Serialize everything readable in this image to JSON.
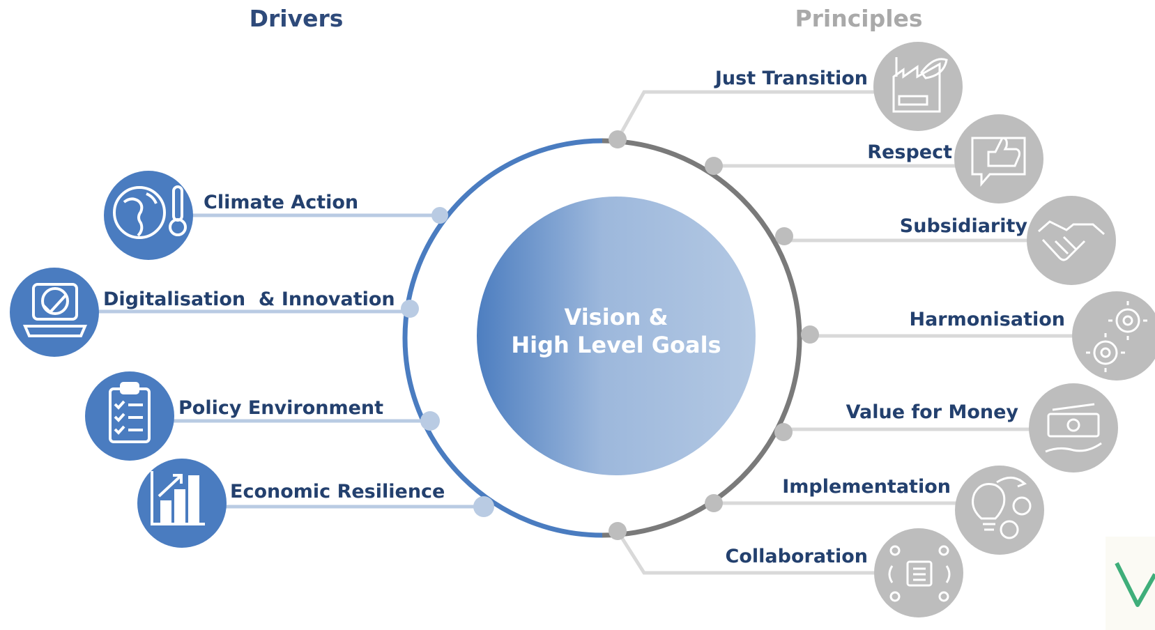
{
  "headings": {
    "drivers": "Drivers",
    "principles": "Principles"
  },
  "center": {
    "line1": "Vision &",
    "line2": "High Level Goals"
  },
  "drivers": [
    {
      "label": "Climate Action",
      "icon": "globe-thermometer-icon"
    },
    {
      "label": "Digitalisation  & Innovation",
      "icon": "laptop-check-icon"
    },
    {
      "label": "Policy Environment",
      "icon": "clipboard-checklist-icon"
    },
    {
      "label": "Economic Resilience",
      "icon": "bar-chart-growth-icon"
    }
  ],
  "principles": [
    {
      "label": "Just Transition",
      "icon": "factory-leaf-icon"
    },
    {
      "label": "Respect",
      "icon": "thumbs-up-speech-icon"
    },
    {
      "label": "Subsidiarity",
      "icon": "handshake-icon"
    },
    {
      "label": "Harmonisation",
      "icon": "gears-icon"
    },
    {
      "label": "Value for Money",
      "icon": "money-hand-icon"
    },
    {
      "label": "Implementation",
      "icon": "lightbulb-gears-icon"
    },
    {
      "label": "Collaboration",
      "icon": "people-network-icon"
    }
  ],
  "colors": {
    "driver_blue": "#4a7cc0",
    "driver_blue_light": "#b9cbe3",
    "principle_gray": "#bdbdbd",
    "ring_gray": "#7a7a7a",
    "label_navy": "#23406e",
    "watermark_green": "#3fae7a"
  }
}
